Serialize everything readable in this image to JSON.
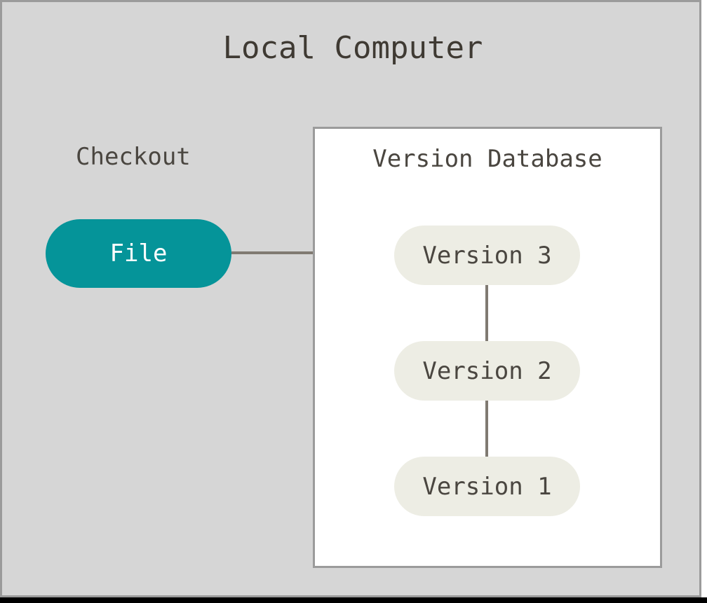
{
  "diagram": {
    "title": "Local Computer",
    "checkout": {
      "label": "Checkout",
      "node_label": "File",
      "node_color": "#059499",
      "node_text_color": "#ffffff"
    },
    "version_database": {
      "title": "Version Database",
      "node_color": "#edede4",
      "node_text_color": "#4a4640",
      "nodes": [
        {
          "label": "Version 3"
        },
        {
          "label": "Version 2"
        },
        {
          "label": "Version 1"
        }
      ]
    },
    "connectors": {
      "color": "#807a72",
      "file_to_version3": "File — Version 3",
      "version3_to_version2": "Version 3 — Version 2",
      "version2_to_version1": "Version 2 — Version 1"
    },
    "colors": {
      "panel_background": "#d6d6d6",
      "panel_border": "#9b9b9b",
      "box_background": "#ffffff",
      "title_text": "#3f3a33"
    }
  }
}
